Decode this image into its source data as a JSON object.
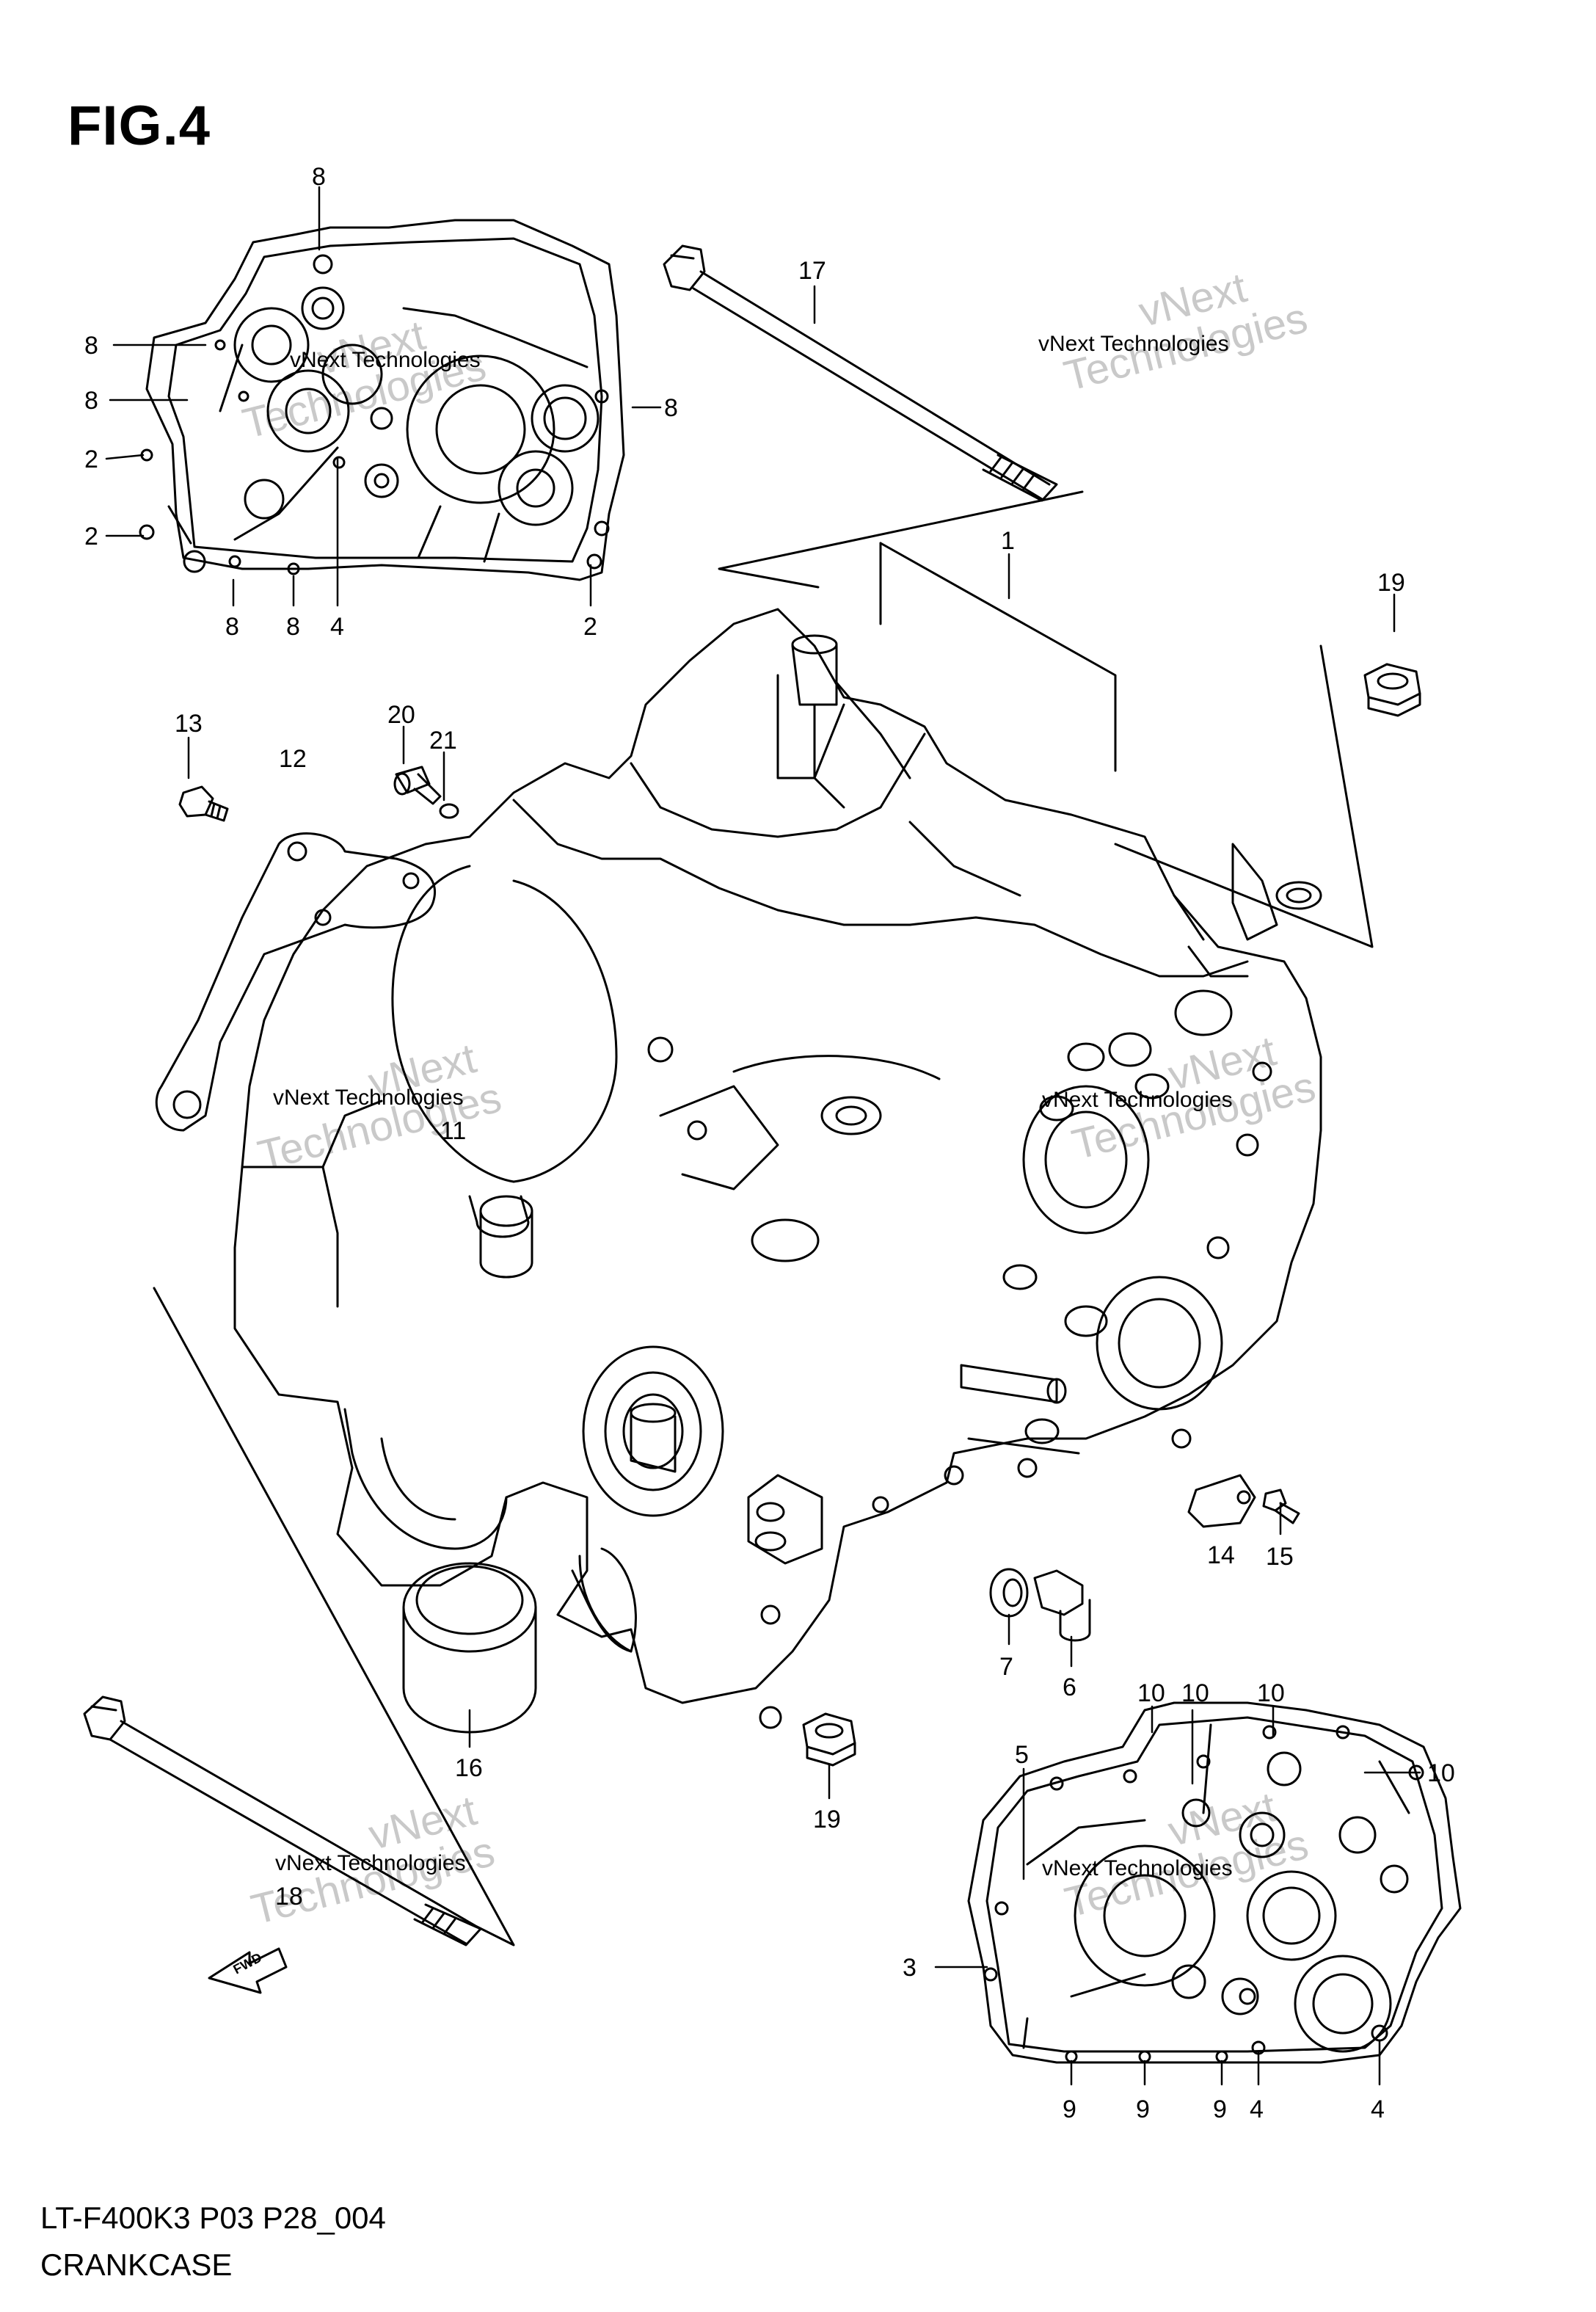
{
  "figure": {
    "title": "FIG.4"
  },
  "footer": {
    "code": "LT-F400K3 P03 P28_004",
    "name": "CRANKCASE"
  },
  "watermark": {
    "line1": "vNext",
    "line2": "Technologies",
    "caption": "vNext Technologies"
  },
  "fwd_label": "FWD",
  "callouts": [
    {
      "id": "c8a",
      "label": "8"
    },
    {
      "id": "c8b",
      "label": "8"
    },
    {
      "id": "c8c",
      "label": "8"
    },
    {
      "id": "c8d",
      "label": "8"
    },
    {
      "id": "c8e",
      "label": "8"
    },
    {
      "id": "c8f",
      "label": "8"
    },
    {
      "id": "c2a",
      "label": "2"
    },
    {
      "id": "c2b",
      "label": "2"
    },
    {
      "id": "c2c",
      "label": "2"
    },
    {
      "id": "c4a",
      "label": "4"
    },
    {
      "id": "c17",
      "label": "17"
    },
    {
      "id": "c1",
      "label": "1"
    },
    {
      "id": "c19a",
      "label": "19"
    },
    {
      "id": "c13",
      "label": "13"
    },
    {
      "id": "c20",
      "label": "20"
    },
    {
      "id": "c21",
      "label": "21"
    },
    {
      "id": "c12",
      "label": "12"
    },
    {
      "id": "c11",
      "label": "11"
    },
    {
      "id": "c14",
      "label": "14"
    },
    {
      "id": "c15",
      "label": "15"
    },
    {
      "id": "c7",
      "label": "7"
    },
    {
      "id": "c6",
      "label": "6"
    },
    {
      "id": "c16",
      "label": "16"
    },
    {
      "id": "c19b",
      "label": "19"
    },
    {
      "id": "c18",
      "label": "18"
    },
    {
      "id": "c10a",
      "label": "10"
    },
    {
      "id": "c10b",
      "label": "10"
    },
    {
      "id": "c10c",
      "label": "10"
    },
    {
      "id": "c10d",
      "label": "10"
    },
    {
      "id": "c5",
      "label": "5"
    },
    {
      "id": "c3",
      "label": "3"
    },
    {
      "id": "c9a",
      "label": "9"
    },
    {
      "id": "c9b",
      "label": "9"
    },
    {
      "id": "c9c",
      "label": "9"
    },
    {
      "id": "c4b",
      "label": "4"
    },
    {
      "id": "c4c",
      "label": "4"
    }
  ]
}
